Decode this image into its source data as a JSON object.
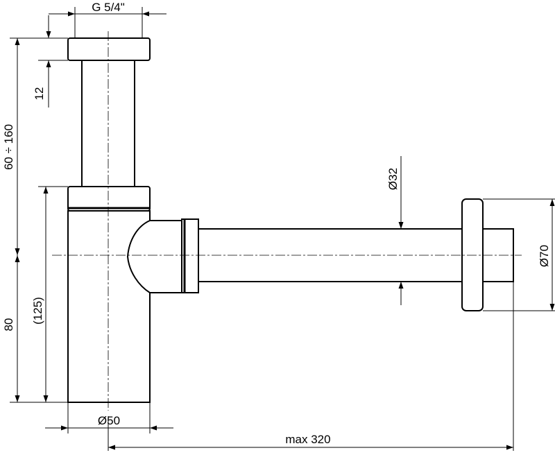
{
  "dimensions": {
    "thread": "G 5/4\"",
    "cap_height": "12",
    "height_range": "60 ÷ 160",
    "outlet_height": "80",
    "body_height": "(125)",
    "body_diameter": "Ø50",
    "pipe_diameter": "Ø32",
    "rosette_diameter": "Ø70",
    "max_length": "max 320"
  }
}
